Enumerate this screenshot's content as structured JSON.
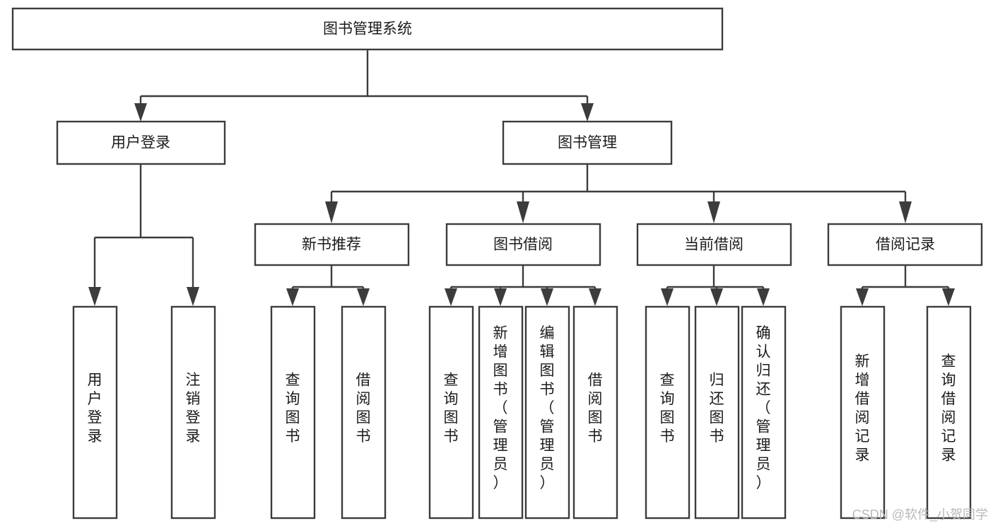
{
  "diagram": {
    "type": "tree-hierarchy",
    "title": "图书管理系统",
    "orientation": "top-down",
    "colors": {
      "background": "#ffffff",
      "box_fill": "#ffffff",
      "box_stroke": "#3c3c3c",
      "text": "#1b1b1b",
      "watermark": "#b9b9b9"
    },
    "root": {
      "label": "图书管理系统",
      "text_orientation": "horizontal"
    },
    "level2": [
      {
        "label": "用户登录",
        "text_orientation": "horizontal"
      },
      {
        "label": "图书管理",
        "text_orientation": "horizontal"
      }
    ],
    "level3": [
      {
        "label": "新书推荐",
        "text_orientation": "horizontal"
      },
      {
        "label": "图书借阅",
        "text_orientation": "horizontal"
      },
      {
        "label": "当前借阅",
        "text_orientation": "horizontal"
      },
      {
        "label": "借阅记录",
        "text_orientation": "horizontal"
      }
    ],
    "leaves": {
      "user_login": [
        {
          "label": "用户登录",
          "lines": [
            "用",
            "户",
            "登",
            "录"
          ]
        },
        {
          "label": "注销登录",
          "lines": [
            "注",
            "销",
            "登",
            "录"
          ]
        }
      ],
      "new_book_recommend": [
        {
          "label": "查询图书",
          "lines": [
            "查",
            "询",
            "图",
            "书"
          ]
        },
        {
          "label": "借阅图书",
          "lines": [
            "借",
            "阅",
            "图",
            "书"
          ]
        }
      ],
      "book_borrow": [
        {
          "label": "查询图书",
          "lines": [
            "查",
            "询",
            "图",
            "书"
          ]
        },
        {
          "label": "新增图书（管理员）",
          "lines": [
            "新",
            "增",
            "图",
            "书",
            "（",
            "管",
            "理",
            "员",
            "）"
          ]
        },
        {
          "label": "编辑图书（管理员）",
          "lines": [
            "编",
            "辑",
            "图",
            "书",
            "（",
            "管",
            "理",
            "员",
            "）"
          ]
        },
        {
          "label": "借阅图书",
          "lines": [
            "借",
            "阅",
            "图",
            "书"
          ]
        }
      ],
      "current_borrow": [
        {
          "label": "查询图书",
          "lines": [
            "查",
            "询",
            "图",
            "书"
          ]
        },
        {
          "label": "归还图书",
          "lines": [
            "归",
            "还",
            "图",
            "书"
          ]
        },
        {
          "label": "确认归还（管理员）",
          "lines": [
            "确",
            "认",
            "归",
            "还",
            "（",
            "管",
            "理",
            "员",
            "）"
          ]
        }
      ],
      "borrow_record": [
        {
          "label": "新增借阅记录",
          "lines": [
            "新",
            "增",
            "借",
            "阅",
            "记",
            "录"
          ]
        },
        {
          "label": "查询借阅记录",
          "lines": [
            "查",
            "询",
            "借",
            "阅",
            "记",
            "录"
          ]
        }
      ]
    },
    "watermark": "CSDN @软件_小贺同学"
  }
}
